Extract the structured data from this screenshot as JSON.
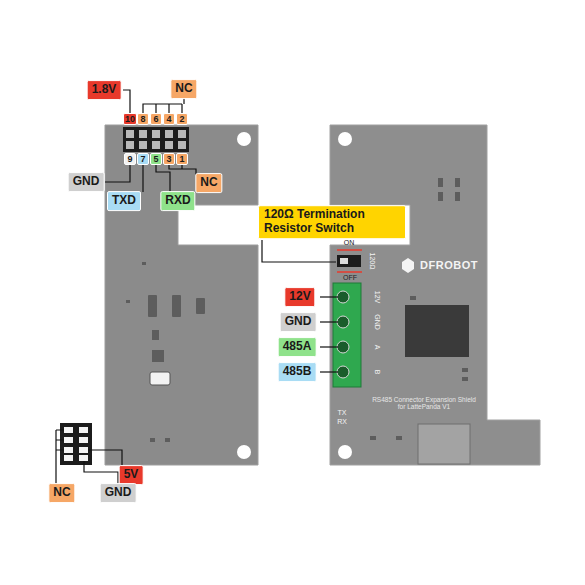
{
  "diagram": {
    "labels": [
      "1.8V",
      "NC",
      "10",
      "8",
      "6",
      "4",
      "2",
      "9",
      "7",
      "5",
      "3",
      "1",
      "GND",
      "NC",
      "TXD",
      "RXD",
      "120Ω Termination Resistor Switch",
      "ON",
      "120Ω",
      "OFF",
      "12V",
      "GND",
      "485A",
      "485B",
      "12V",
      "GND",
      "A",
      "B",
      "DFROBOT",
      "RS485 Connector Expansion Shield for LattePanda V1",
      "TX",
      "RX",
      "5V",
      "NC",
      "GND"
    ]
  }
}
